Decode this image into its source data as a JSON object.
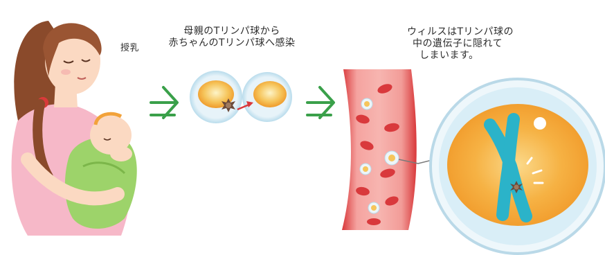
{
  "labels": {
    "breastfeeding": "授乳",
    "transmission_line1": "母親のTリンパ球から",
    "transmission_line2": "赤ちゃんのTリンパ球へ感染",
    "virus_line1": "ウィルスはTリンパ球の",
    "virus_line2": "中の遺伝子に隠れて",
    "virus_line3": "しまいます。"
  },
  "colors": {
    "arrow": "#3aa04a",
    "vessel_wall": "#e35252",
    "vessel_inner": "#f08484",
    "red_cell": "#d9393c",
    "cell_body": "#f2a23a",
    "chromosome": "#2bb3c9",
    "virus": "#6b4a3a",
    "skin": "#fbd9c2",
    "hair": "#8a4a2b",
    "blouse": "#f6b8c8",
    "blanket": "#9dd36a"
  }
}
